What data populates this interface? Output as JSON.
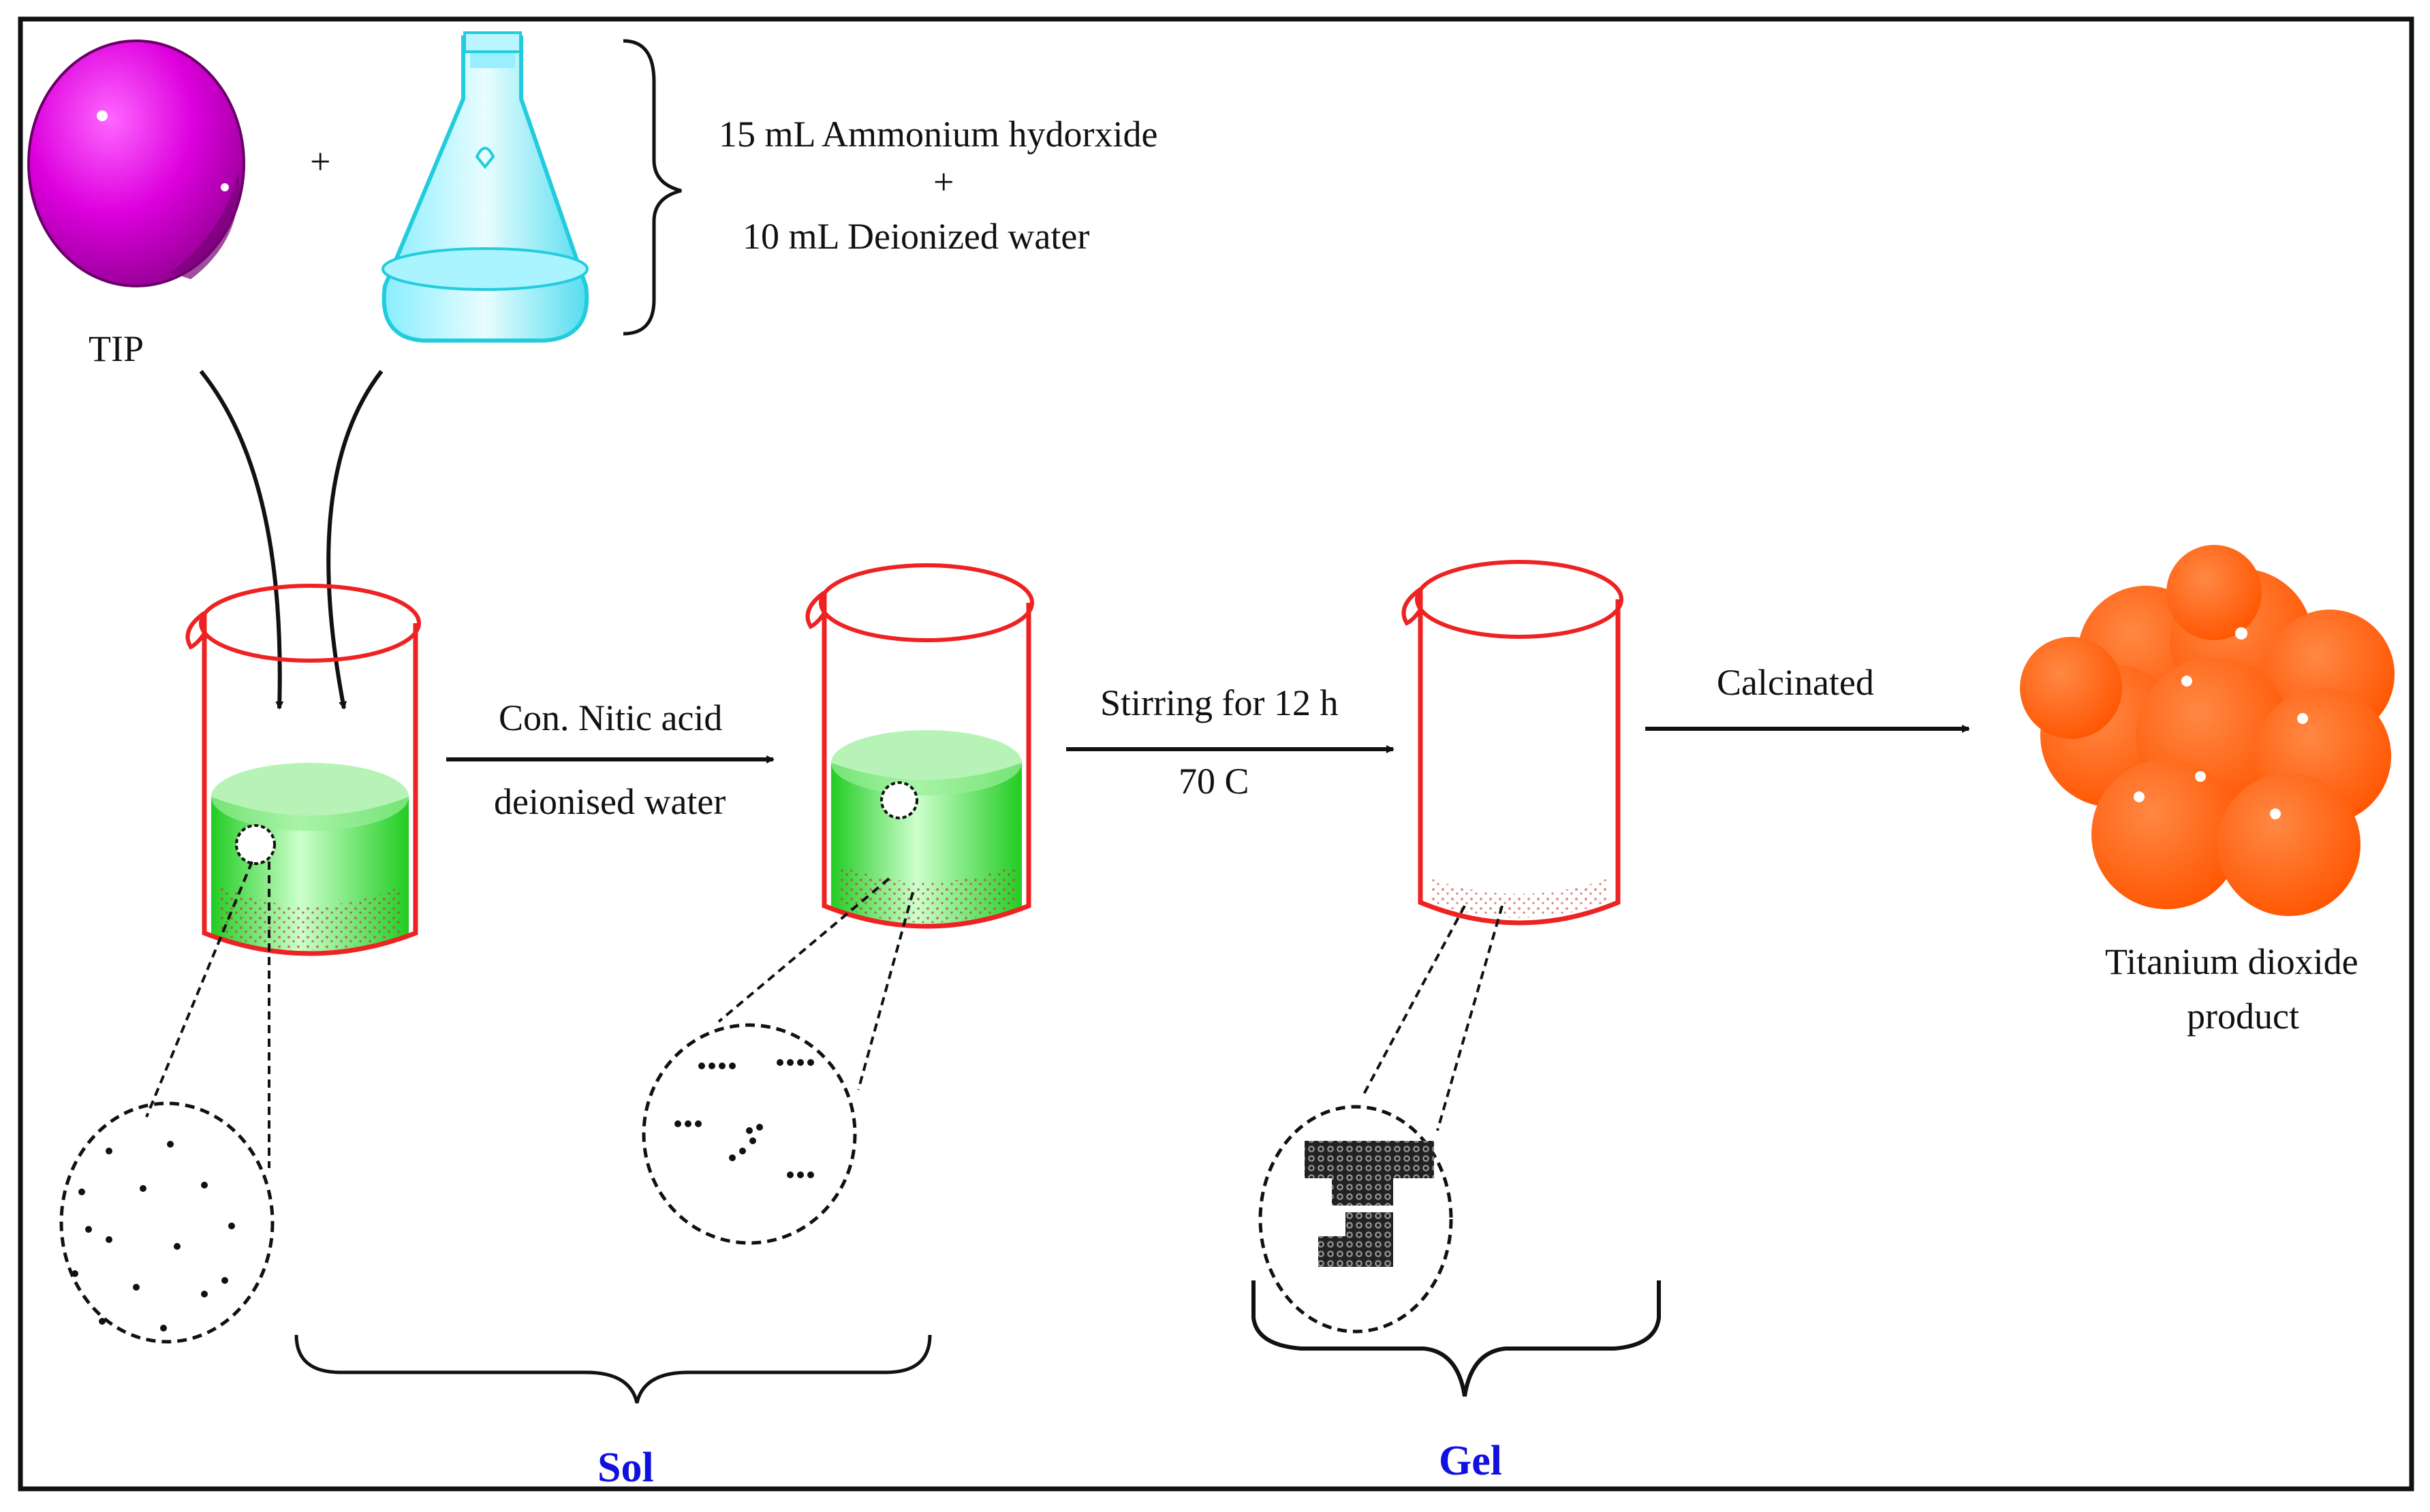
{
  "reagents": {
    "tip_label": "TIP",
    "plus": "+",
    "mixture_line1": "15 mL Ammonium hydorxide",
    "mixture_plus": "+",
    "mixture_line2": "10 mL Deionized water"
  },
  "steps": {
    "step1_line1": "Con. Nitic acid",
    "step1_line2": "deionised water",
    "step2_line1": "Stirring for 12 h",
    "step2_line2": "70 C",
    "step3_label": "Calcinated"
  },
  "product": {
    "line1": "Titanium dioxide",
    "line2": "product"
  },
  "phases": {
    "sol": "Sol",
    "gel": "Gel"
  },
  "colors": {
    "tip_sphere": "#cc00cc",
    "flask": "#33ddee",
    "beaker_outline": "#ee2222",
    "solution": "#33dd33",
    "product": "#ff6611",
    "phase_label": "#1111dd"
  }
}
